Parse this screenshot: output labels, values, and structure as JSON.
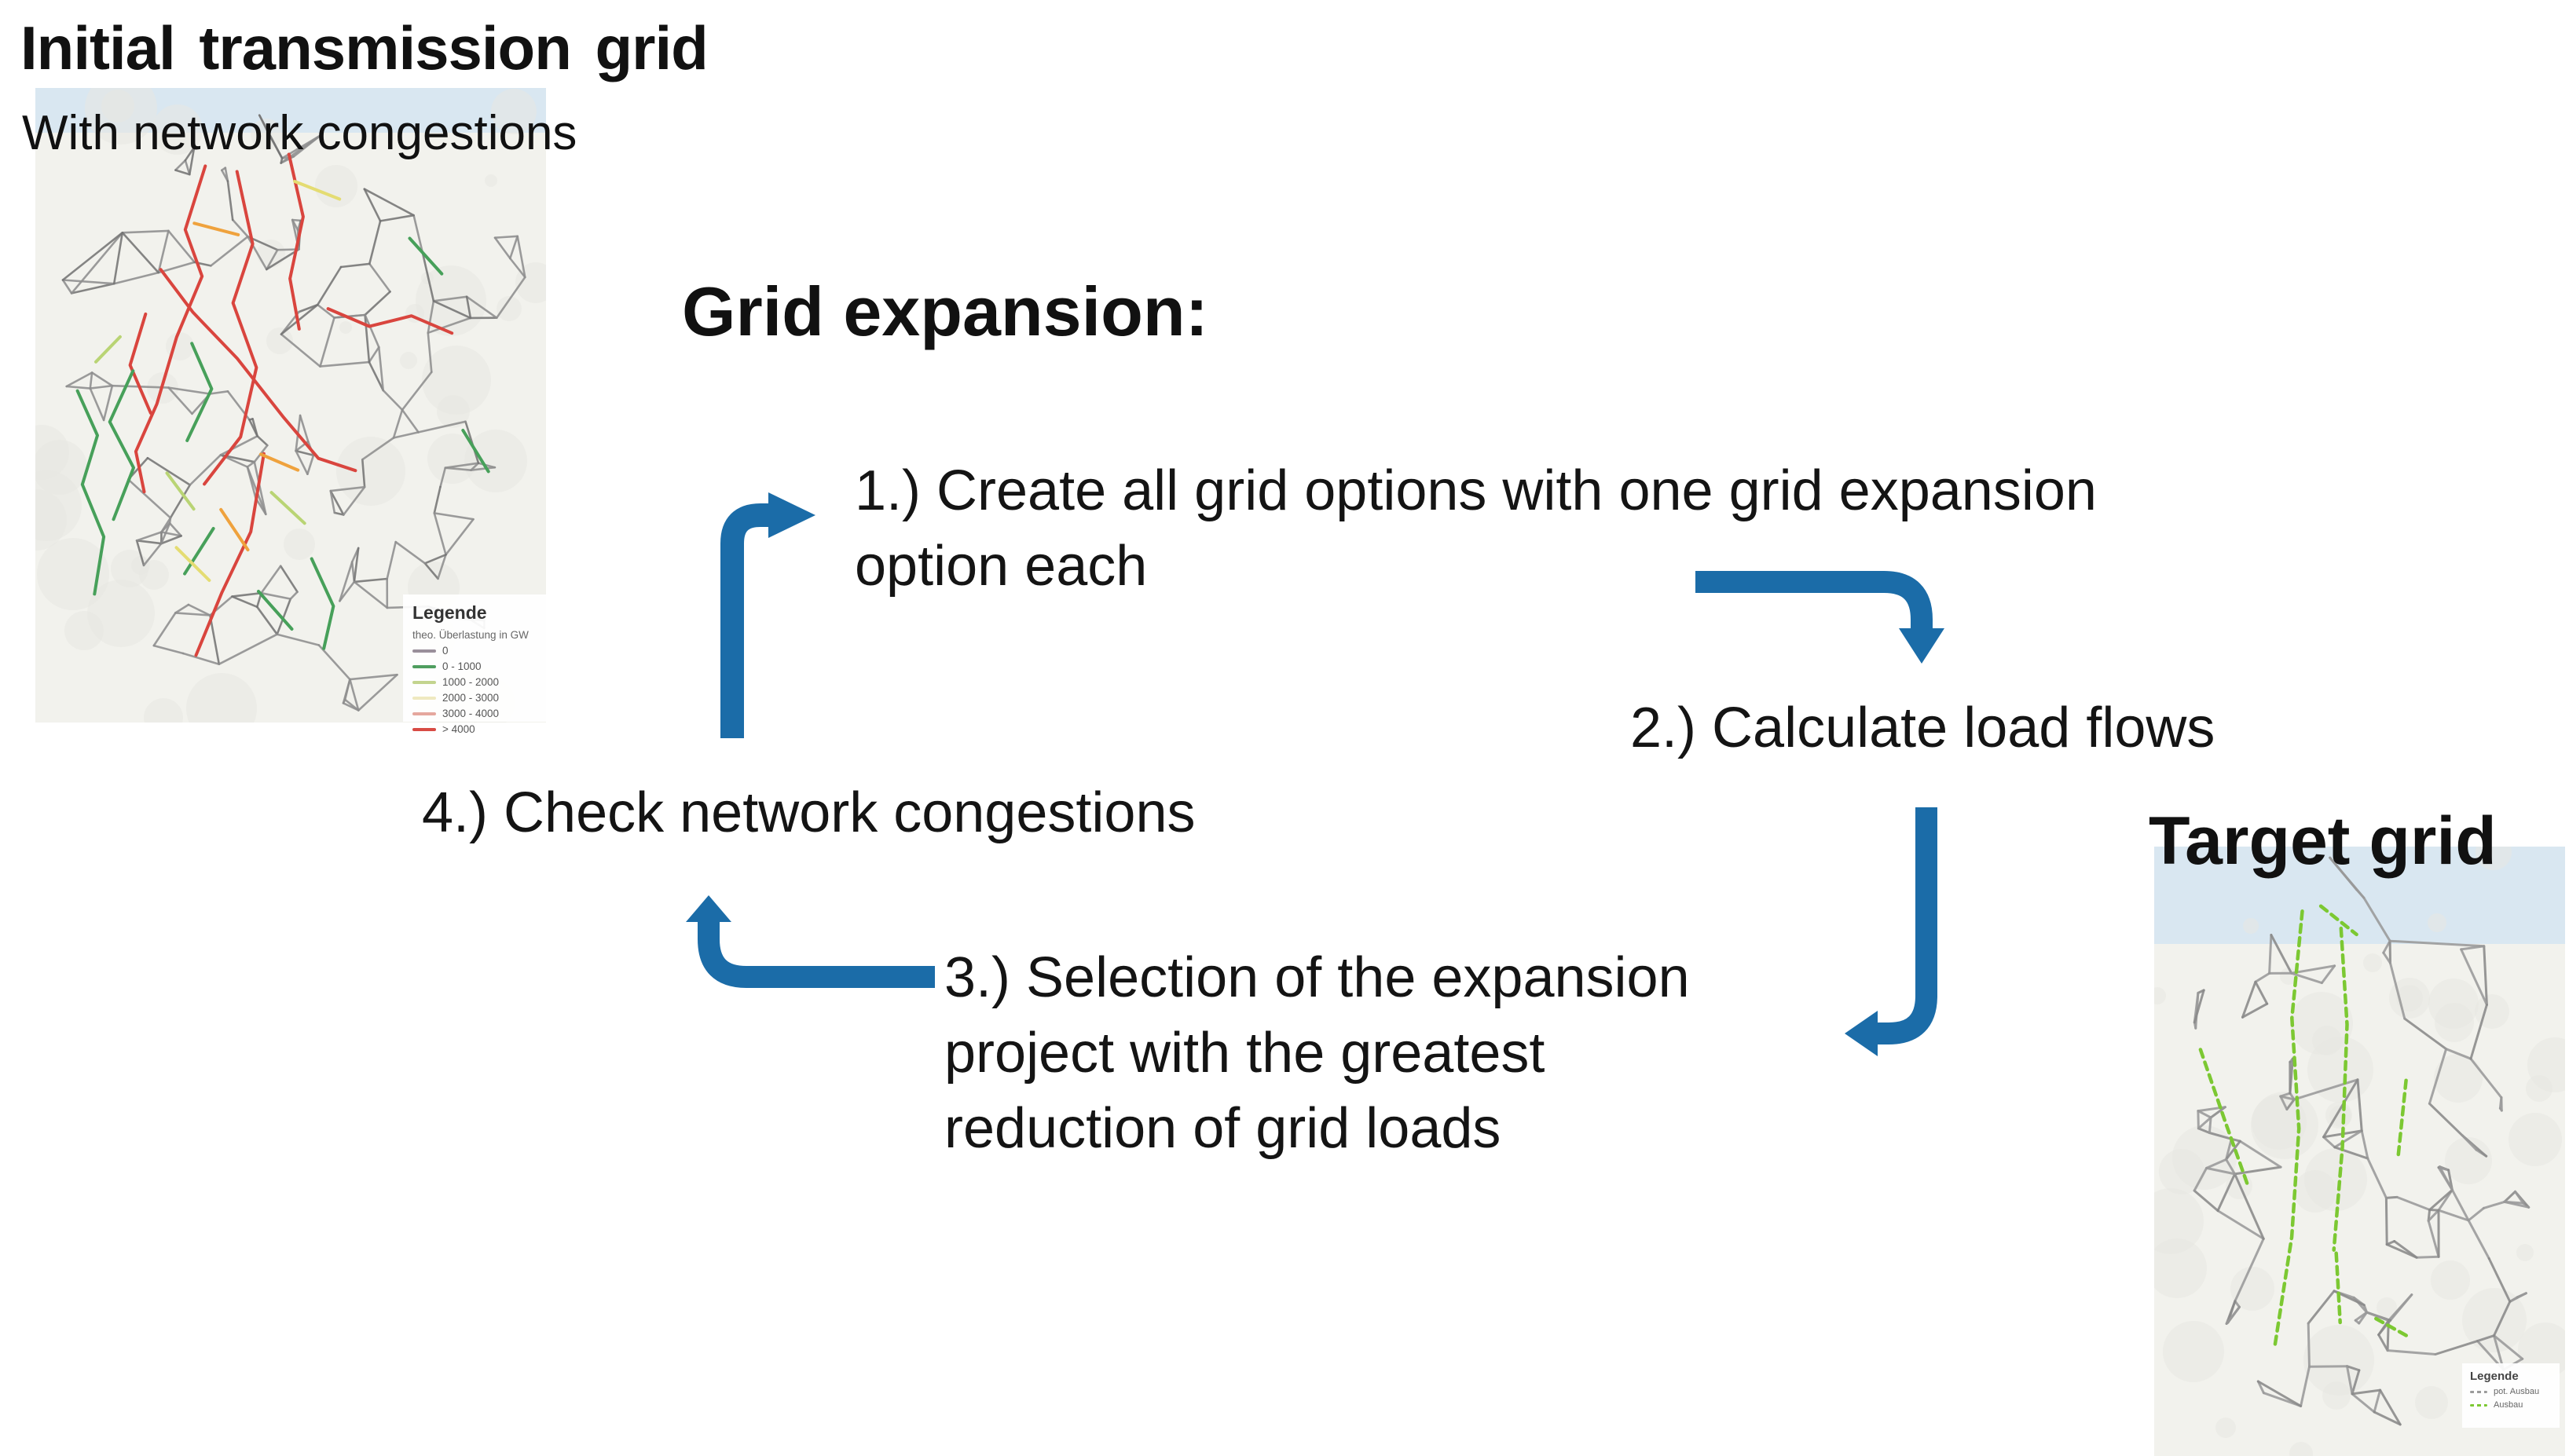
{
  "initial_grid": {
    "title": "Initial transmission grid",
    "subtitle": "With network congestions",
    "legend": {
      "title": "Legende",
      "subtitle": "theo. Überlastung in GW",
      "items": [
        {
          "label": "0",
          "color": "#9a8f9a",
          "style": "solid"
        },
        {
          "label": "0 - 1000",
          "color": "#4f9e5f",
          "style": "solid"
        },
        {
          "label": "1000 - 2000",
          "color": "#c3d48e",
          "style": "solid"
        },
        {
          "label": "2000 - 3000",
          "color": "#efe9c0",
          "style": "solid"
        },
        {
          "label": "3000 - 4000",
          "color": "#e5a79e",
          "style": "solid"
        },
        {
          "label": "> 4000",
          "color": "#d84b44",
          "style": "solid"
        }
      ]
    }
  },
  "process": {
    "heading": "Grid expansion:",
    "steps": [
      {
        "lines": [
          "1.) Create all grid options with one grid expansion",
          "option each"
        ]
      },
      {
        "lines": [
          "2.) Calculate load flows"
        ]
      },
      {
        "lines": [
          "3.) Selection of the expansion",
          "project with the greatest",
          "reduction of grid loads"
        ]
      },
      {
        "lines": [
          "4.) Check network congestions"
        ]
      }
    ]
  },
  "target_grid": {
    "title": "Target grid",
    "legend": {
      "title": "Legende",
      "items": [
        {
          "label": "pot. Ausbau",
          "color": "#9b9b9b",
          "style": "dashed"
        },
        {
          "label": "Ausbau",
          "color": "#7cc832",
          "style": "dashed"
        }
      ]
    }
  },
  "colors": {
    "arrow": "#1B6CA8",
    "map_land": "#f2f2ed",
    "map_sea": "#d9e7f1",
    "map_blob": "#e8e8e1",
    "grid_gray": "#8f8f8f",
    "grid_gray_dark": "#757575",
    "target_gray": "#9a9a9a",
    "congestion_red": "#d9453e",
    "congestion_orange": "#efa23d",
    "congestion_yellow": "#e4dc72",
    "ok_green": "#47a05a",
    "light_green": "#b9d474",
    "expansion_green": "#7cc832"
  }
}
